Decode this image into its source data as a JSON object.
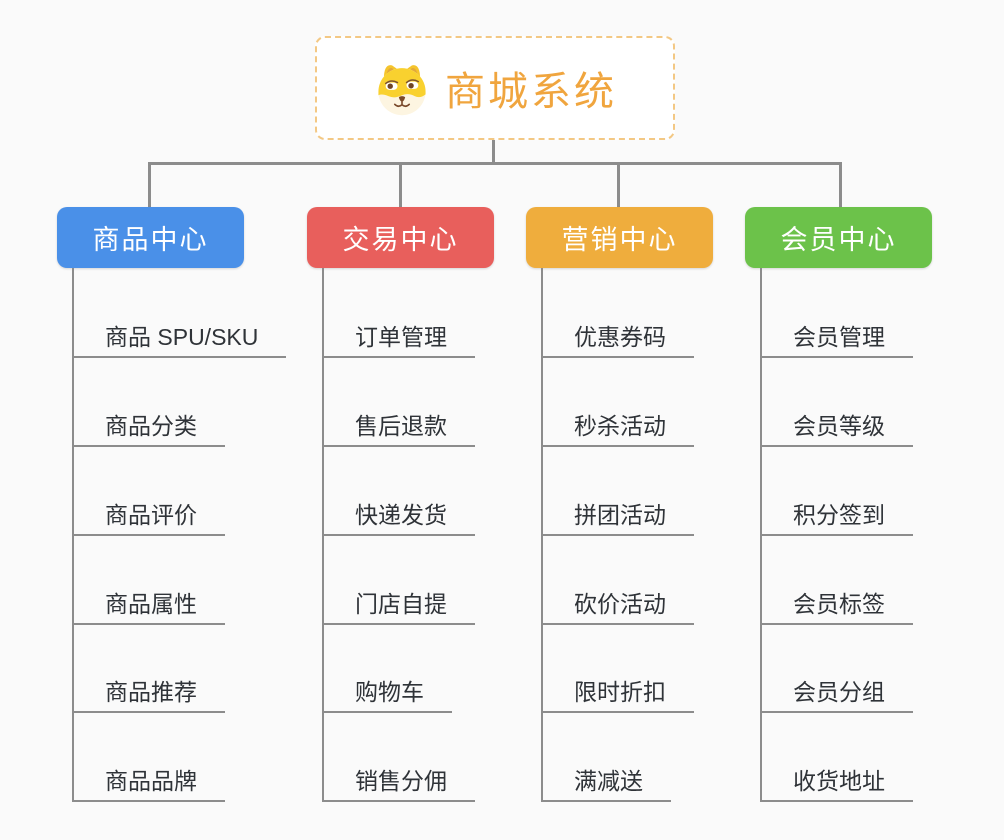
{
  "root": {
    "title": "商城系统",
    "icon": "dog-face-icon"
  },
  "theme": {
    "background": "#fafafa",
    "connector_color": "#8c8c8c",
    "root_border_color": "#f3c884",
    "root_text_color": "#f0a53e",
    "leaf_text_color": "#2f3338",
    "branch_text_color": "#ffffff"
  },
  "branches": [
    {
      "label": "商品中心",
      "color": "#4a90e8",
      "items": [
        "商品 SPU/SKU",
        "商品分类",
        "商品评价",
        "商品属性",
        "商品推荐",
        "商品品牌"
      ]
    },
    {
      "label": "交易中心",
      "color": "#e85f5c",
      "items": [
        "订单管理",
        "售后退款",
        "快递发货",
        "门店自提",
        "购物车",
        "销售分佣"
      ]
    },
    {
      "label": "营销中心",
      "color": "#efad3d",
      "items": [
        "优惠券码",
        "秒杀活动",
        "拼团活动",
        "砍价活动",
        "限时折扣",
        "满减送"
      ]
    },
    {
      "label": "会员中心",
      "color": "#6cc24a",
      "items": [
        "会员管理",
        "会员等级",
        "积分签到",
        "会员标签",
        "会员分组",
        "收货地址"
      ]
    }
  ]
}
